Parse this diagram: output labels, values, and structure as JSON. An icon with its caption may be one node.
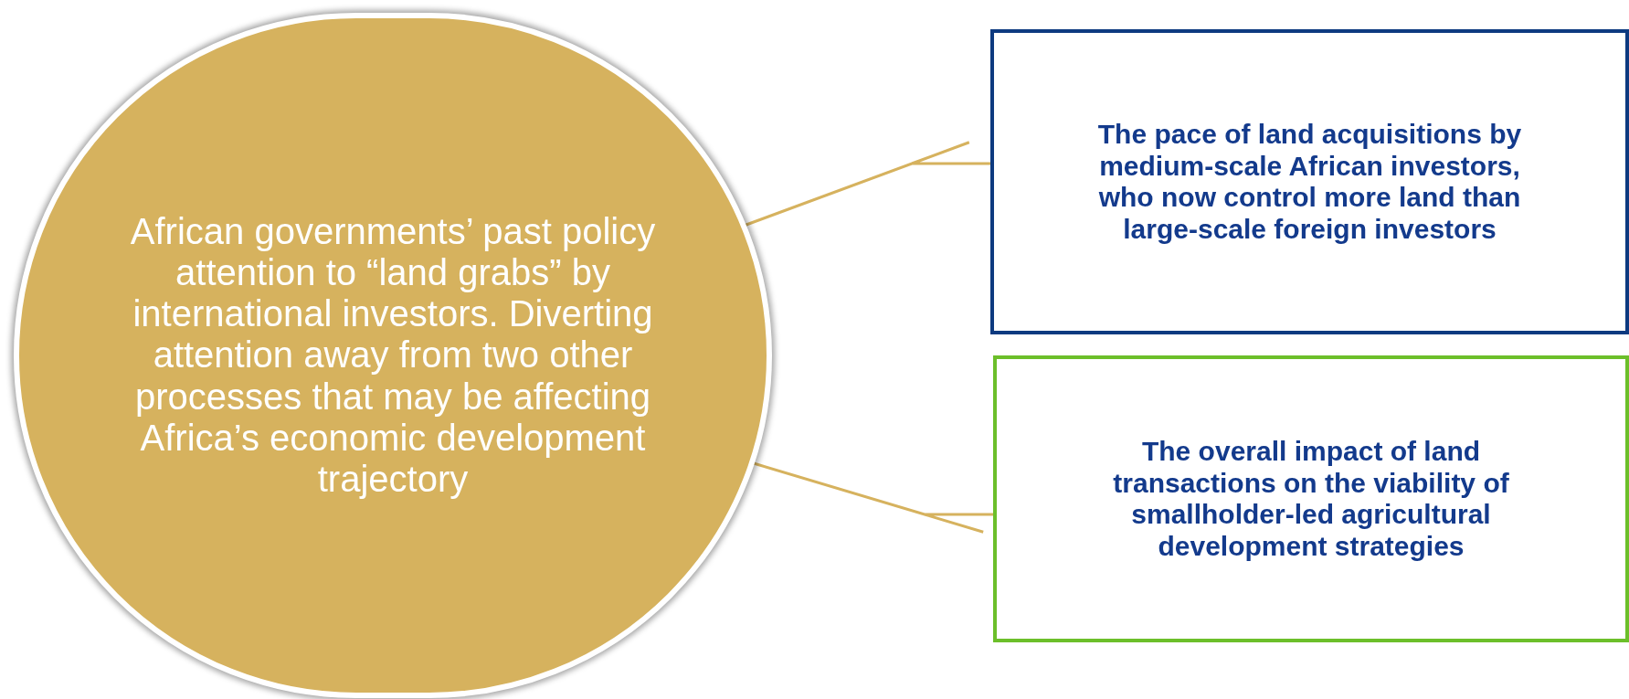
{
  "diagram": {
    "nodes": [
      {
        "text": [
          "African governments’ past policy attention to “land grabs” by international investors. Diverting attention away from two other processes that may be affecting Africa’s economic development trajectory"
        ]
      },
      {
        "text": [
          "The pace of land acquisitions by medium-scale African investors, who now control more land than large-scale foreign investors"
        ]
      },
      {
        "text": [
          "The overall impact of land transactions on the viability of smallholder-led agricultural development strategies"
        ]
      }
    ],
    "edges": [
      {
        "from": 0,
        "to": 1,
        "arrow": "none"
      },
      {
        "from": 0,
        "to": 2,
        "arrow": "none"
      }
    ]
  }
}
